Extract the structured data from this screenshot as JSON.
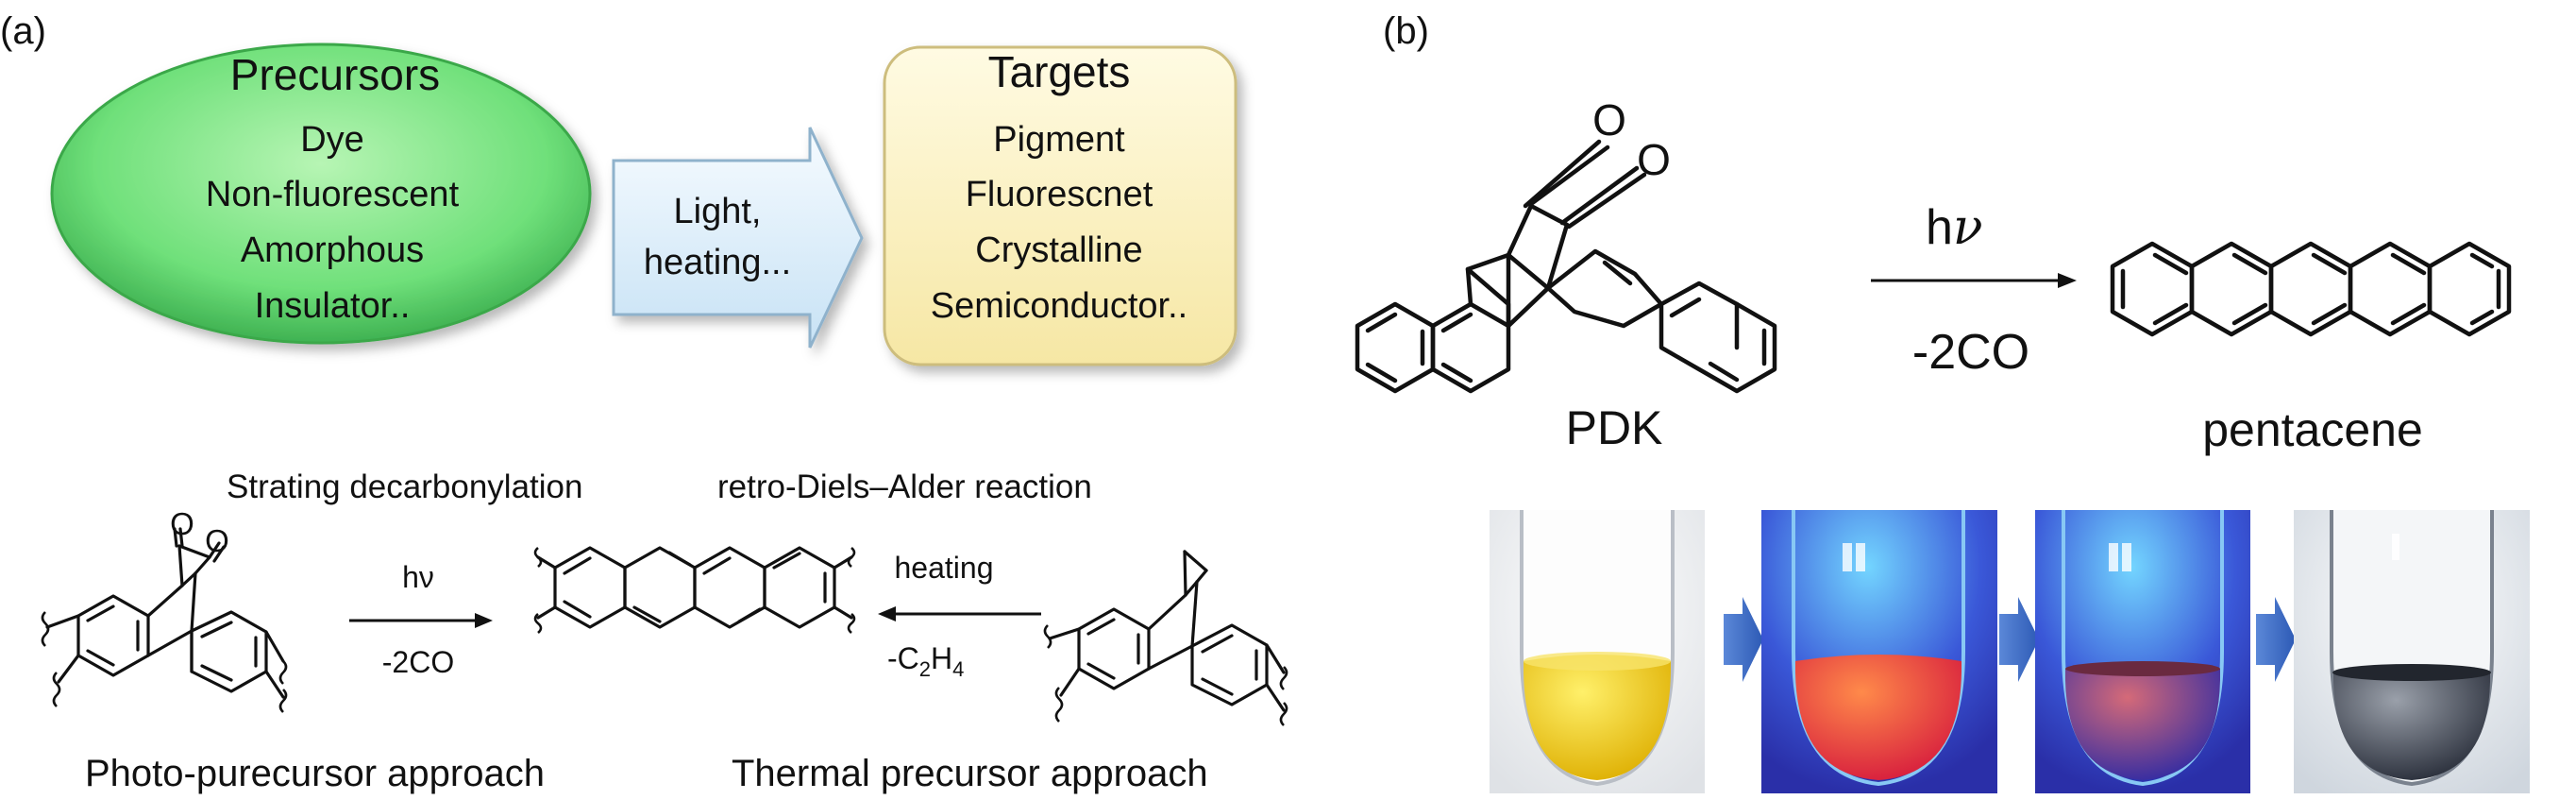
{
  "panel_a": {
    "label": "(a)",
    "precursors": {
      "title": "Precursors",
      "items": [
        "Dye",
        "Non-fluorescent",
        "Amorphous",
        "Insulator.."
      ]
    },
    "arrow": {
      "lines": [
        "Light,",
        "heating..."
      ]
    },
    "targets": {
      "title": "Targets",
      "items": [
        "Pigment",
        "Fluorescnet",
        "Crystalline",
        "Semiconductor.."
      ]
    },
    "photo": {
      "title": "Strating decarbonylation",
      "condition_top": "hν",
      "condition_bottom": "-2CO",
      "caption": "Photo-purecursor approach"
    },
    "thermal": {
      "title": "retro-Diels–Alder reaction",
      "condition_top": "heating",
      "condition_bottom_main": "-C",
      "condition_bottom_sub1": "2",
      "condition_bottom_mid": "H",
      "condition_bottom_sub2": "4",
      "caption": "Thermal precursor approach"
    },
    "atoms": {
      "oxygen": "O"
    }
  },
  "panel_b": {
    "label": "(b)",
    "reaction": {
      "condition_top": "h",
      "condition_nu": "ν",
      "condition_bottom": "-2CO"
    },
    "reactant": "PDK",
    "product": "pentacene",
    "photos": [
      {
        "name": "yellow-solution",
        "colors": [
          "#f3d21c",
          "#e4bb0c"
        ]
      },
      {
        "name": "red-fluorescent-solution",
        "colors": [
          "#ff5a3a",
          "#e0303a"
        ]
      },
      {
        "name": "purple-solution",
        "colors": [
          "#c44a6a",
          "#5a3aa8"
        ]
      },
      {
        "name": "dark-grey-solution",
        "colors": [
          "#8a8f99",
          "#3d4250"
        ]
      }
    ]
  },
  "colors": {
    "precursor_fill": "#6fe07a",
    "target_fill": "#fdf4cc",
    "arrow_fill": "#e3f2fb",
    "photo_arrow": "#3f6fc5"
  }
}
